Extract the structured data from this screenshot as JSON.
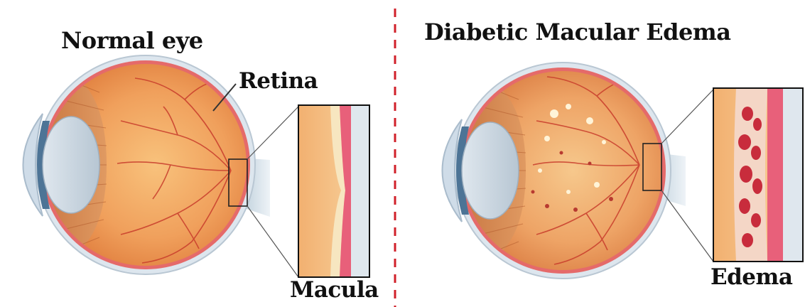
{
  "left_panel": {
    "title": "Normal eye",
    "retina_label": "Retina",
    "macula_label": "Macula"
  },
  "right_panel": {
    "title": "Diabetic Macular Edema",
    "edema_label": "Edema"
  },
  "colors": {
    "divider": "#d0202a",
    "sclera": "#dde6ee",
    "eye_interior": "#f2a060",
    "vessel": "#c83c2c",
    "retina_band": "#e8607a"
  }
}
